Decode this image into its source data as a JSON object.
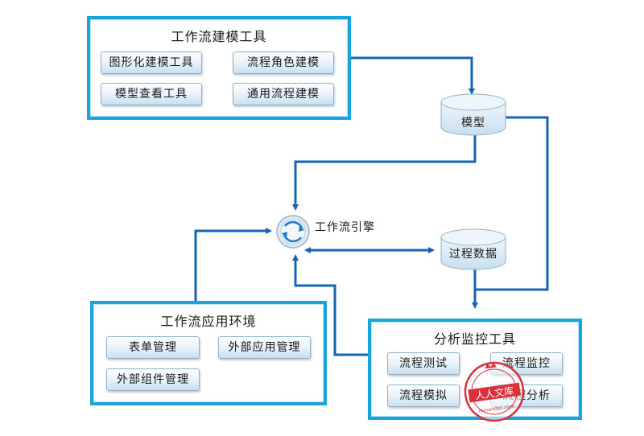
{
  "modeling_tools": {
    "title": "工作流建模工具",
    "items": [
      "图形化建模工具",
      "流程角色建模",
      "模型查看工具",
      "通用流程建模"
    ]
  },
  "model_store": {
    "label": "模型"
  },
  "engine": {
    "label": "工作流引擎"
  },
  "process_data_store": {
    "label": "过程数据"
  },
  "app_environment": {
    "title": "工作流应用环境",
    "items": [
      "表单管理",
      "外部应用管理",
      "外部组件管理"
    ]
  },
  "monitoring_tools": {
    "title": "分析监控工具",
    "items": [
      "流程测试",
      "流程监控",
      "流程模拟",
      "流程分析"
    ]
  },
  "stamp": {
    "text": "人人文库",
    "subtext": "renrendoc.com"
  },
  "colors": {
    "panel_border": "#1aa3dd",
    "arrow": "#1565b0",
    "db_fill": "#dcebf6"
  }
}
